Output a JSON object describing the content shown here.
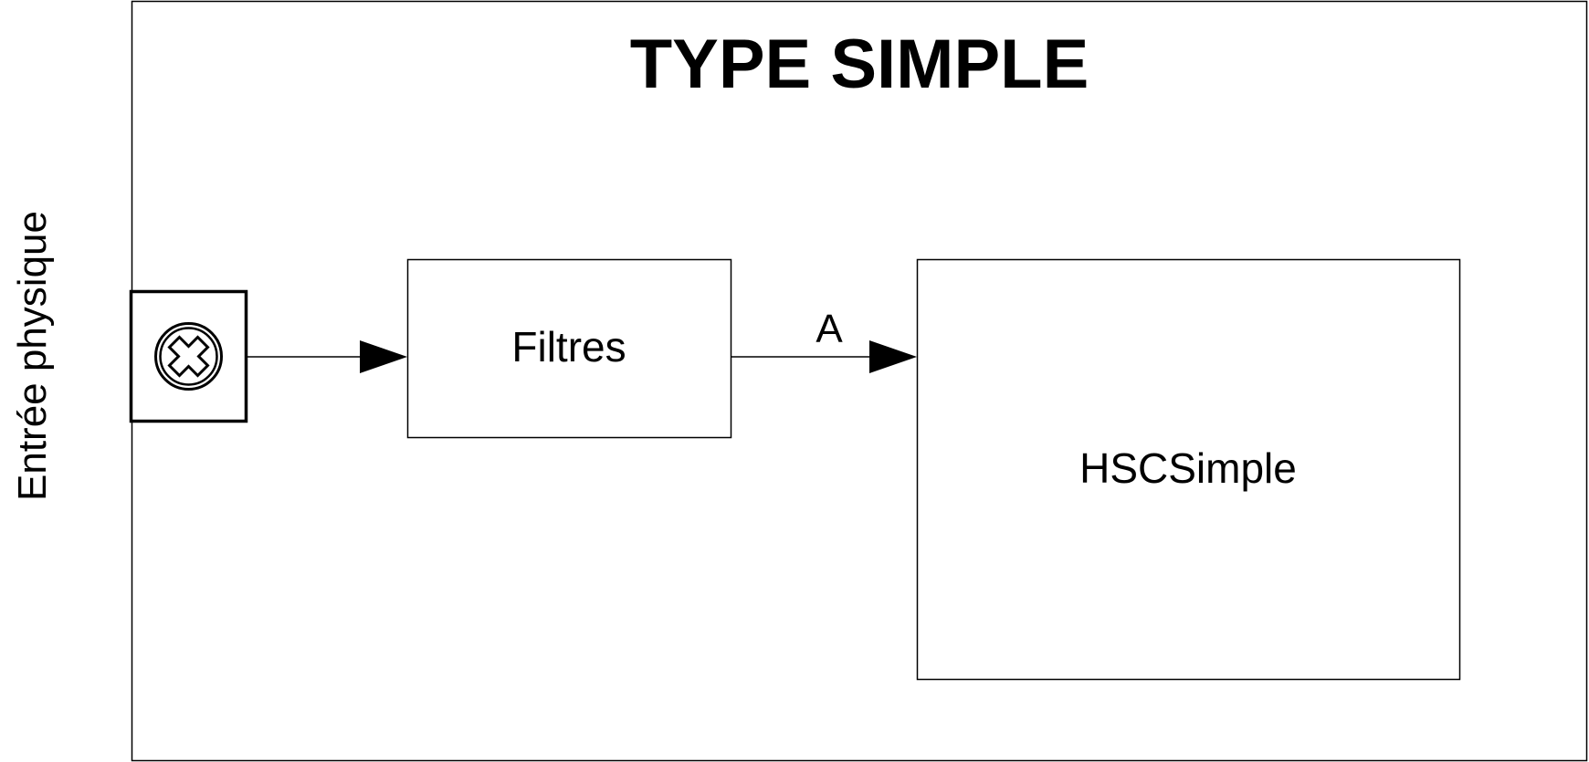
{
  "diagram": {
    "title": "TYPE SIMPLE",
    "side_label": "Entrée physique",
    "input_symbol": {
      "icon": "circled-cross-icon"
    },
    "nodes": {
      "filtres": "Filtres",
      "hscsimple": "HSCSimple"
    },
    "edges": {
      "filtres_to_hscsimple": "A"
    }
  }
}
